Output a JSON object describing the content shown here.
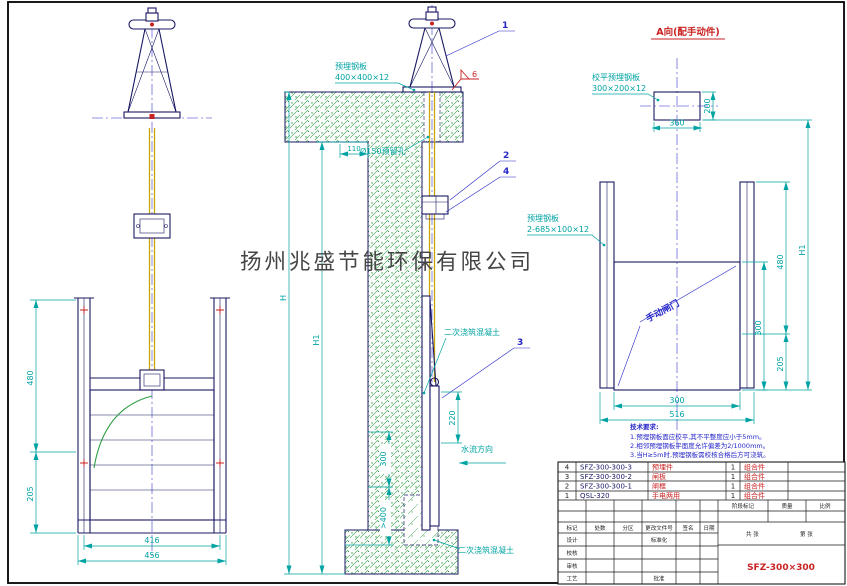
{
  "watermark": "扬州兆盛节能环保有限公司",
  "colors": {
    "dimension": "#00a3a3",
    "drawing_line": "#181862",
    "concrete_green": "#2f9e44",
    "stem_yellow": "#c9a50a",
    "accent_red": "#c92222",
    "callout_blue": "#2626c9"
  },
  "left_view": {
    "dim_480": "480",
    "dim_205": "205",
    "dim_416": "416",
    "dim_456": "456"
  },
  "section_view": {
    "plate_line1": "预埋钢板",
    "plate_line2": "400×400×12",
    "weld_size": "6",
    "hole_label": "Ø150预留孔",
    "dim_110": "110",
    "callout_1": "1",
    "callout_2": "2",
    "callout_4": "4",
    "callout_3": "3",
    "dim_h": "H",
    "dim_h1": "H1",
    "dim_220": "220",
    "dim_300": "300",
    "dim_gt400": ">400",
    "secondary_upper": "二次浇筑混凝土",
    "secondary_lower": "二次浇筑混凝土",
    "flow": "水流方向"
  },
  "a_view": {
    "title": "A向(配手动件)",
    "plate_note1": "校平预埋钢板",
    "plate_note2": "300×200×12",
    "dim_200": "200",
    "dim_360": "360",
    "embed_note1": "预埋钢板",
    "embed_note2": "2-685×100×12",
    "gate_label": "手动闸门",
    "dim_h1": "H1",
    "dim_480": "480",
    "dim_300v": "300",
    "dim_205": "205",
    "dim_300b": "300",
    "dim_516": "516"
  },
  "notes": {
    "title": "技术要求:",
    "item1": "1.预埋钢板面应校平,其不平整度应小于5mm。",
    "item2": "2.相邻预埋钢板平面度允许偏差为2/1000mm。",
    "item3": "3.当H≥5m时,预埋钢板需校核合格后方可浇筑。"
  },
  "bom": {
    "rows": [
      {
        "no": "4",
        "code": "SFZ-300-300-3",
        "name": "预埋件",
        "qty": "1",
        "note": "组合件"
      },
      {
        "no": "3",
        "code": "SFZ-300-300-2",
        "name": "闸板",
        "qty": "1",
        "note": "组合件"
      },
      {
        "no": "2",
        "code": "SFZ-300-300-1",
        "name": "闸框",
        "qty": "1",
        "note": "组合件"
      },
      {
        "no": "1",
        "code": "QSL-320",
        "name": "手电两用",
        "qty": "1",
        "note": "组合件"
      }
    ]
  },
  "titleblock": {
    "r_mark": "标记",
    "r_count": "处数",
    "r_zone": "分区",
    "r_doc": "更改文件号",
    "r_sign": "签名",
    "r_date": "日期",
    "design": "设计",
    "standard": "标准化",
    "check": "校核",
    "review": "审核",
    "process": "工艺",
    "approve": "批准",
    "stage": "阶段标记",
    "weight": "质量",
    "scale": "比例",
    "sheets": "共  张",
    "sheet_no": "第  张",
    "drawing_no": "SFZ-300×300"
  }
}
